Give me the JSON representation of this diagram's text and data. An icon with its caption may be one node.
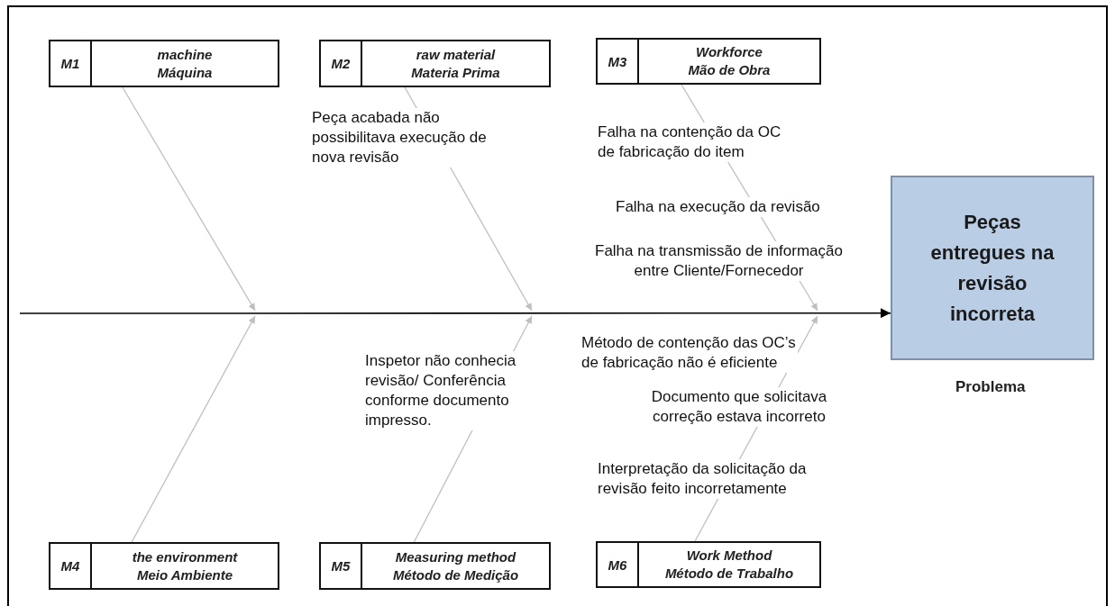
{
  "diagram": {
    "nodes": [
      {
        "text": [
          "M1",
          "machine",
          "Máquina"
        ]
      },
      {
        "text": [
          "M2",
          "raw material",
          "Materia Prima"
        ]
      },
      {
        "text": [
          "M3",
          "Workforce",
          "Mão de Obra"
        ]
      },
      {
        "text": [
          "Peças entregues na revisão incorreta"
        ],
        "beside": [
          "Problema"
        ]
      },
      {
        "text": [
          "M4",
          "the environment",
          "Meio Ambiente"
        ]
      },
      {
        "text": [
          "M5",
          "Measuring method",
          "Método de Medição"
        ]
      },
      {
        "text": [
          "M6",
          "Work Method",
          "Método de Trabalho"
        ]
      }
    ],
    "edges": [
      {
        "from": null,
        "to": 3,
        "arrow": "to",
        "color": "#000000"
      },
      {
        "from": 0,
        "to": null,
        "arrow": "to"
      },
      {
        "from": 1,
        "to": null,
        "arrow": "to"
      },
      {
        "from": 2,
        "to": null,
        "arrow": "to"
      },
      {
        "from": 4,
        "to": null,
        "arrow": "to"
      },
      {
        "from": 5,
        "to": null,
        "arrow": "to"
      },
      {
        "from": 6,
        "to": null,
        "arrow": "to"
      }
    ],
    "labels": [
      "Peça acabada não possibilitava execução de nova revisão",
      "Falha na contenção da OC de fabricação do item",
      "Falha na execução da revisão",
      "Falha na transmissão de informação entre Cliente/Fornecedor",
      "Método de contenção das OC’s de fabricação não é eficiente",
      "Inspetor não conhecia revisão/ Conferência conforme documento impresso.",
      "Documento que solicitava correção estava incorreto",
      "Interpretação da solicitação da revisão feito incorretamente"
    ]
  }
}
